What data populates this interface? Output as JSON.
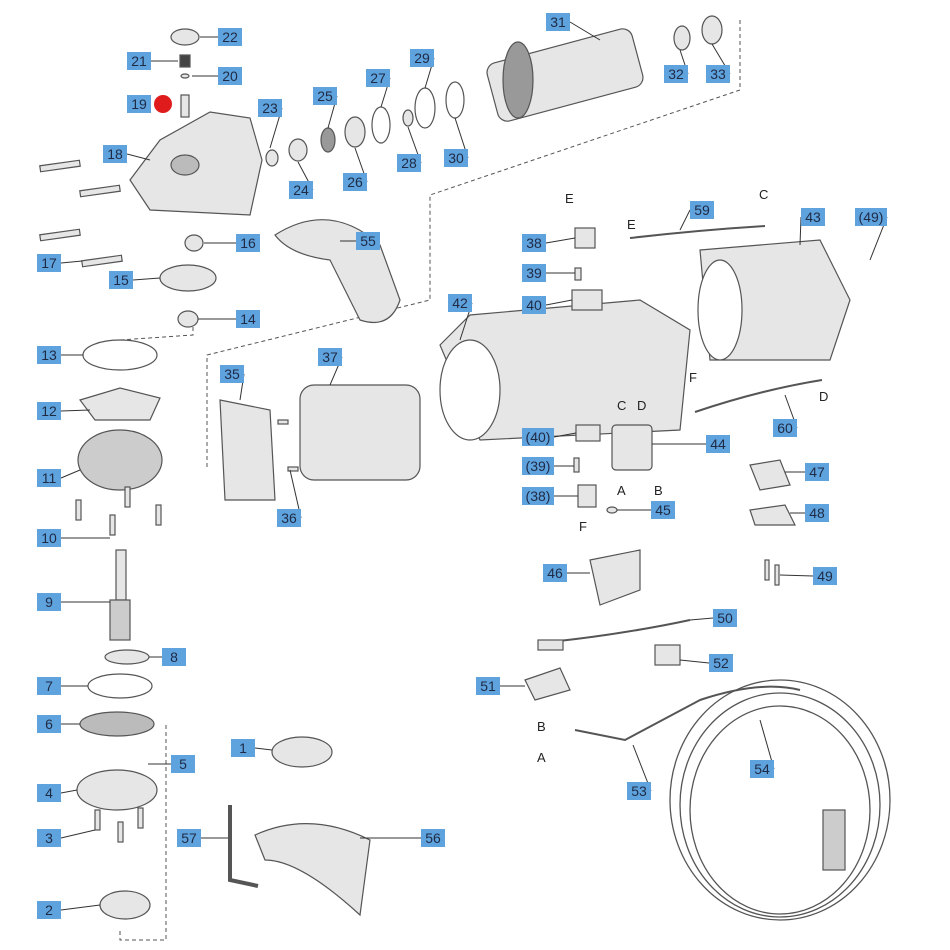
{
  "diagram": {
    "labels": [
      "22",
      "21",
      "20",
      "19",
      "18",
      "23",
      "24",
      "25",
      "26",
      "27",
      "28",
      "29",
      "30",
      "31",
      "32",
      "33",
      "16",
      "17",
      "15",
      "55",
      "14",
      "13",
      "12",
      "11",
      "10",
      "9",
      "8",
      "7",
      "6",
      "5",
      "4",
      "3",
      "2",
      "1",
      "57",
      "56",
      "35",
      "37",
      "36",
      "42",
      "38",
      "39",
      "40",
      "E",
      "E",
      "59",
      "C",
      "43",
      "(49)",
      "F",
      "60",
      "D",
      "(40)",
      "C",
      "D",
      "44",
      "(39)",
      "A",
      "B",
      "(38)",
      "45",
      "F",
      "47",
      "48",
      "49",
      "46",
      "50",
      "52",
      "51",
      "B",
      "A",
      "53",
      "54"
    ],
    "colors": {
      "label_bg": "#5fa3de",
      "label_text": "#1f2a44",
      "marker": "#e01b1b",
      "part_fill": "#e6e6e6",
      "part_stroke": "#555555"
    }
  }
}
